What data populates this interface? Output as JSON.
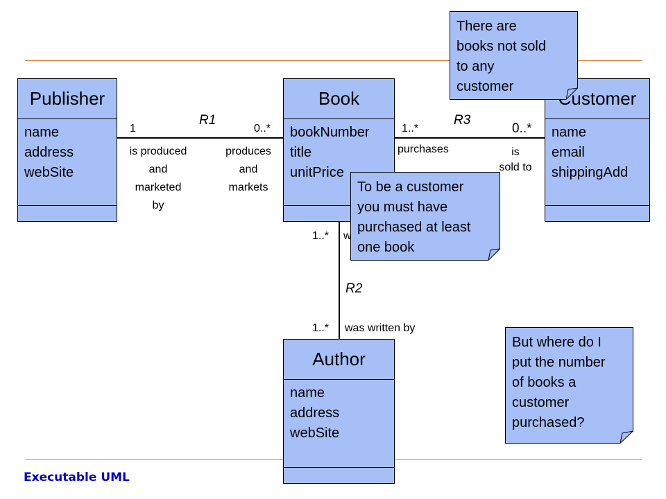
{
  "colors": {
    "class_fill": "#a7bff7",
    "rule": "#e07a3a",
    "footer": "#0000cc"
  },
  "classes": {
    "publisher": {
      "name": "Publisher",
      "attributes": [
        "name",
        "address",
        "webSite"
      ]
    },
    "book": {
      "name": "Book",
      "attributes": [
        "bookNumber",
        "title",
        "unitPrice"
      ]
    },
    "customer": {
      "name": "Customer",
      "attributes": [
        "name",
        "email",
        "shippingAdd"
      ]
    },
    "author": {
      "name": "Author",
      "attributes": [
        "name",
        "address",
        "webSite"
      ]
    }
  },
  "relationships": {
    "r1": {
      "name": "R1",
      "publisher_mult": "1",
      "book_mult": "0..*",
      "publisher_phrase": [
        "is produced",
        "and",
        "marketed",
        "by"
      ],
      "book_phrase": [
        "produces",
        "and",
        "markets"
      ]
    },
    "r2": {
      "name": "R2",
      "book_mult": "1..*",
      "book_phrase": "wrote",
      "author_mult": "1..*",
      "author_phrase": "was written by"
    },
    "r3": {
      "name": "R3",
      "book_mult": "1..*",
      "book_phrase": "purchases",
      "customer_mult": "0..*",
      "customer_phrase": [
        "is",
        "sold to"
      ]
    }
  },
  "notes": {
    "not_sold": [
      "There are",
      "books not sold",
      "to any",
      "customer"
    ],
    "must_purchase": [
      "To be a customer",
      "you must have",
      "purchased at least",
      "one book"
    ],
    "where_put": [
      "But where do I",
      "put the number",
      "of books a",
      "customer",
      "purchased?"
    ]
  },
  "footer": "Executable UML"
}
